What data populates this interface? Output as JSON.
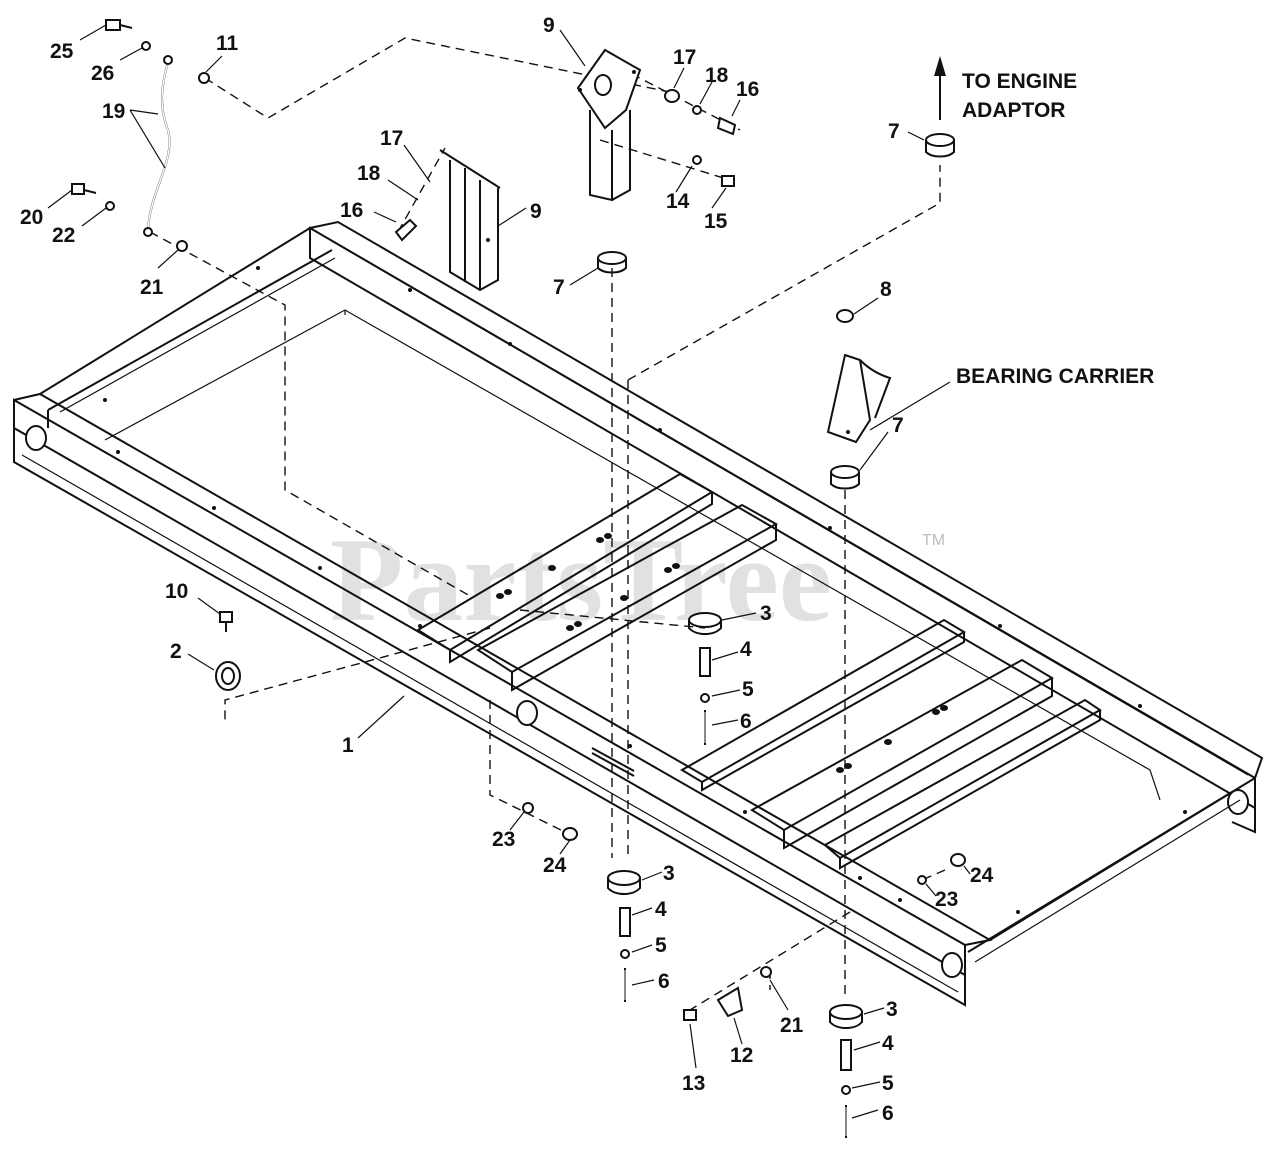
{
  "watermark": "PartsTree",
  "trademark": "TM",
  "callouts": {
    "to_engine_adaptor_line1": "TO ENGINE",
    "to_engine_adaptor_line2": "ADAPTOR",
    "bearing_carrier": "BEARING CARRIER"
  },
  "part_labels": [
    {
      "id": "p25",
      "text": "25"
    },
    {
      "id": "p26",
      "text": "26"
    },
    {
      "id": "p11",
      "text": "11"
    },
    {
      "id": "p19",
      "text": "19"
    },
    {
      "id": "p20",
      "text": "20"
    },
    {
      "id": "p22",
      "text": "22"
    },
    {
      "id": "p21a",
      "text": "21"
    },
    {
      "id": "p17a",
      "text": "17"
    },
    {
      "id": "p18a",
      "text": "18"
    },
    {
      "id": "p16a",
      "text": "16"
    },
    {
      "id": "p9a",
      "text": "9"
    },
    {
      "id": "p9b",
      "text": "9"
    },
    {
      "id": "p17b",
      "text": "17"
    },
    {
      "id": "p18b",
      "text": "18"
    },
    {
      "id": "p16b",
      "text": "16"
    },
    {
      "id": "p14",
      "text": "14"
    },
    {
      "id": "p15",
      "text": "15"
    },
    {
      "id": "p7a",
      "text": "7"
    },
    {
      "id": "p7b",
      "text": "7"
    },
    {
      "id": "p8",
      "text": "8"
    },
    {
      "id": "p7c",
      "text": "7"
    },
    {
      "id": "p10",
      "text": "10"
    },
    {
      "id": "p2",
      "text": "2"
    },
    {
      "id": "p1",
      "text": "1"
    },
    {
      "id": "p3a",
      "text": "3"
    },
    {
      "id": "p4a",
      "text": "4"
    },
    {
      "id": "p5a",
      "text": "5"
    },
    {
      "id": "p6a",
      "text": "6"
    },
    {
      "id": "p23a",
      "text": "23"
    },
    {
      "id": "p24a",
      "text": "24"
    },
    {
      "id": "p24b",
      "text": "24"
    },
    {
      "id": "p23b",
      "text": "23"
    },
    {
      "id": "p3b",
      "text": "3"
    },
    {
      "id": "p4b",
      "text": "4"
    },
    {
      "id": "p5b",
      "text": "5"
    },
    {
      "id": "p6b",
      "text": "6"
    },
    {
      "id": "p21b",
      "text": "21"
    },
    {
      "id": "p12",
      "text": "12"
    },
    {
      "id": "p13",
      "text": "13"
    },
    {
      "id": "p3c",
      "text": "3"
    },
    {
      "id": "p4c",
      "text": "4"
    },
    {
      "id": "p5c",
      "text": "5"
    },
    {
      "id": "p6c",
      "text": "6"
    }
  ]
}
